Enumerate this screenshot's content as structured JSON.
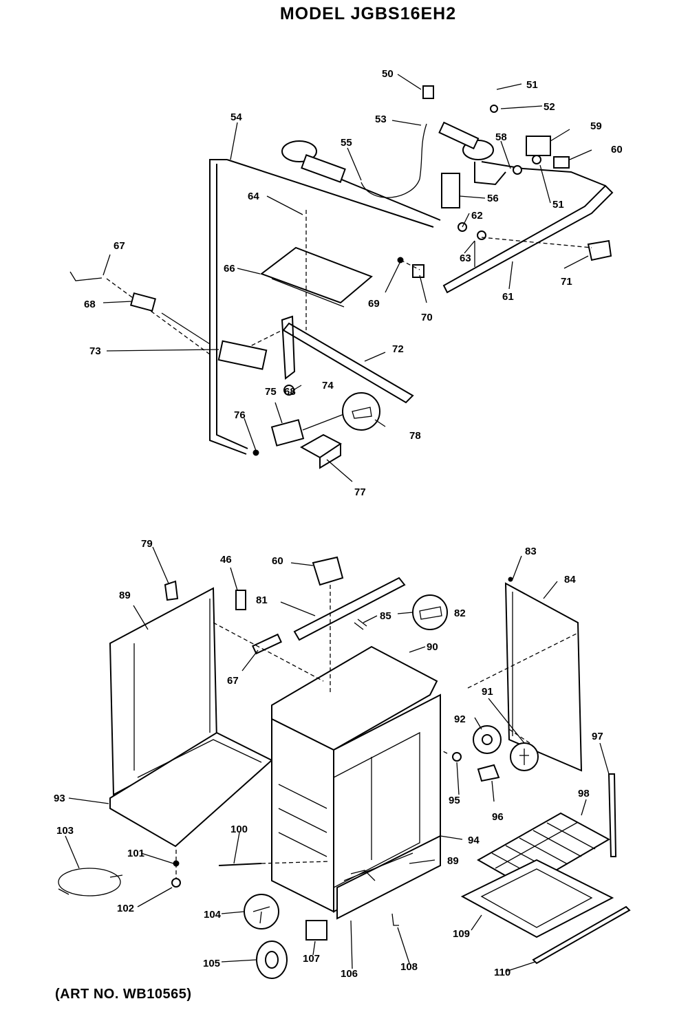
{
  "header": {
    "title": "MODEL JGBS16EH2"
  },
  "footer": {
    "art_no": "(ART NO. WB10565)"
  },
  "callouts": {
    "c50": "50",
    "c51a": "51",
    "c51b": "51",
    "c52": "52",
    "c53": "53",
    "c54": "54",
    "c55": "55",
    "c56": "56",
    "c58": "58",
    "c59": "59",
    "c60a": "60",
    "c61": "61",
    "c62": "62",
    "c63": "63",
    "c64": "64",
    "c66": "66",
    "c67a": "67",
    "c68a": "68",
    "c68b": "68",
    "c69": "69",
    "c70": "70",
    "c71": "71",
    "c72": "72",
    "c73": "73",
    "c74": "74",
    "c75": "75",
    "c76": "76",
    "c77": "77",
    "c78": "78",
    "c79": "79",
    "c46": "46",
    "c60b": "60",
    "c89a": "89",
    "c81": "81",
    "c82": "82",
    "c83": "83",
    "c84": "84",
    "c85": "85",
    "c67b": "67",
    "c90": "90",
    "c91": "91",
    "c92": "92",
    "c93": "93",
    "c94": "94",
    "c95": "95",
    "c96": "96",
    "c97": "97",
    "c98": "98",
    "c89b": "89",
    "c100": "100",
    "c101": "101",
    "c102": "102",
    "c103": "103",
    "c104": "104",
    "c105": "105",
    "c106": "106",
    "c107": "107",
    "c108": "108",
    "c109": "109",
    "c110": "110"
  }
}
